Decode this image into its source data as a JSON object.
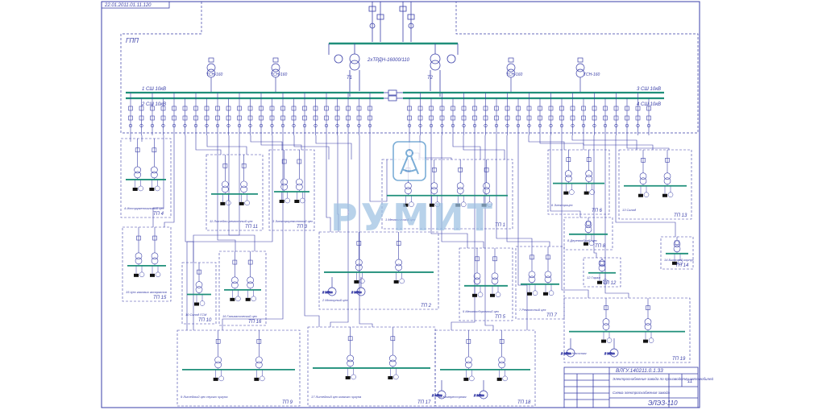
{
  "sheet": {
    "line_color": "#3a3fa8",
    "bus_color": "#1f8f7a",
    "bg_color": "#ffffff",
    "corner_stamp": "22.01.2011.01.11.120"
  },
  "gpp": {
    "label": "ГПП",
    "transformer_label": "2хТРДН-16000/110",
    "t1": "T1",
    "t2": "T2",
    "bus_1": "1 СШ 10кВ",
    "bus_2": "2 СШ 10кВ",
    "bus_3": "3 СШ 10кВ",
    "bus_4": "4 СШ 10кВ",
    "tsn1": "ТСН-160",
    "tsn2": "ТСН-160",
    "tsn3": "ТСН-160",
    "tsn4": "ТСН-160"
  },
  "substations": [
    {
      "id": "tp4",
      "tag": "ТП 4",
      "caption": "4 Инструментальный цех"
    },
    {
      "id": "tp11",
      "tag": "ТП 11",
      "caption": "11 Литейно-ремонтный цех"
    },
    {
      "id": "tp3",
      "tag": "ТП 3",
      "caption": "3 Электроремонтный цех"
    },
    {
      "id": "tp1",
      "tag": "ТП 1",
      "caption": "1 Механический цех"
    },
    {
      "id": "tp6",
      "tag": "ТП 6",
      "caption": "6 Электроцех"
    },
    {
      "id": "tp13",
      "tag": "ТП 13",
      "caption": "13 Склад"
    },
    {
      "id": "tp15",
      "tag": "ТП 15",
      "caption": "15 Цех газовых аппаратов"
    },
    {
      "id": "tp10",
      "tag": "ТП 10",
      "caption": "10 Склад ГСМ"
    },
    {
      "id": "tp16",
      "tag": "ТП 16",
      "caption": "16 Гальванический цех"
    },
    {
      "id": "tp2",
      "tag": "ТП 2",
      "caption": "2 Моторный цех"
    },
    {
      "id": "tp5",
      "tag": "ТП 5",
      "caption": "5 Механосборочный цех"
    },
    {
      "id": "tp7",
      "tag": "ТП 7",
      "caption": "7 Ремонтный цех"
    },
    {
      "id": "tp14",
      "tag": "ТП 14",
      "caption": "14 Бытовой корпус"
    },
    {
      "id": "tp8",
      "tag": "ТП 8",
      "caption": "8 Деревообраб. цех"
    },
    {
      "id": "tp12",
      "tag": "ТП 12",
      "caption": "12 Гараж"
    },
    {
      "id": "tp9",
      "tag": "ТП 9",
      "caption": "9 Литейный цех серого чугуна"
    },
    {
      "id": "tp17",
      "tag": "ТП 17",
      "caption": "17 Литейный цех ковкого чугуна"
    },
    {
      "id": "tp18",
      "tag": "ТП 18",
      "caption": "18 Компрессорная"
    },
    {
      "id": "tp19",
      "tag": "ТП 19",
      "caption": "19 Насосная"
    }
  ],
  "motors": {
    "rated": "2 МВт"
  },
  "title_block": {
    "code": "ВЛГУ.140211.0.1.33",
    "project": "Электроснабжение завода по производству автомобилей",
    "sheet_title": "Схема электроснабжения завода",
    "sheet_num": "11",
    "group": "ЭЛЭЗ-110"
  },
  "watermark": {
    "text": "РУМИТ"
  }
}
